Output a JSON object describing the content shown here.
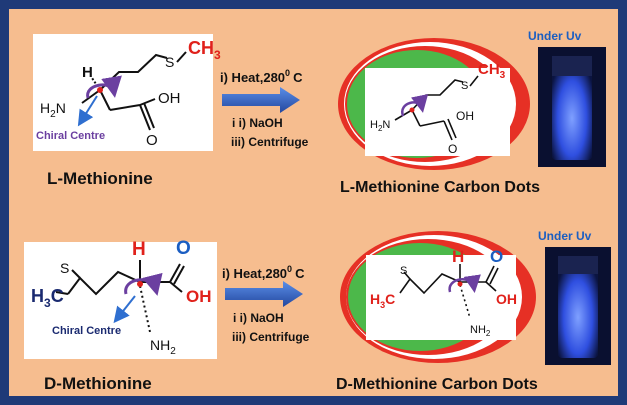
{
  "colors": {
    "border": "#1f3a78",
    "background": "#f6bd8f",
    "arrow": "#2f5fbf",
    "methyl_red": "#e0211b",
    "chiral_purple": "#6b3fa0",
    "disk_red": "#e63025",
    "disk_green": "#4cb84a",
    "uv_glow": "#3b6cff",
    "carbonyl_blue": "#1b5ec2"
  },
  "steps": {
    "heat": "i) Heat,280",
    "degree": "0",
    "heat_unit": "C",
    "naoh": "i i) NaOH",
    "centrifuge": "iii) Centrifuge"
  },
  "chem": {
    "ch": "CH",
    "sub3": "3",
    "s": "S",
    "h": "H",
    "h2n": "H",
    "sub2": "2",
    "n": "N",
    "oh": "OH",
    "o": "O",
    "nh": "NH",
    "h3c_h": "H",
    "h3c_c": "C"
  },
  "labels": {
    "chiral_centre": "Chiral Centre",
    "under_uv": "Under Uv",
    "l_methionine": "L-Methionine",
    "d_methionine": "D-Methionine",
    "l_dots": "L-Methionine Carbon Dots",
    "d_dots": "D-Methionine Carbon Dots"
  },
  "icons": [
    "uv-vial-icon",
    "process-arrow-icon",
    "rotation-arrow-icon"
  ]
}
